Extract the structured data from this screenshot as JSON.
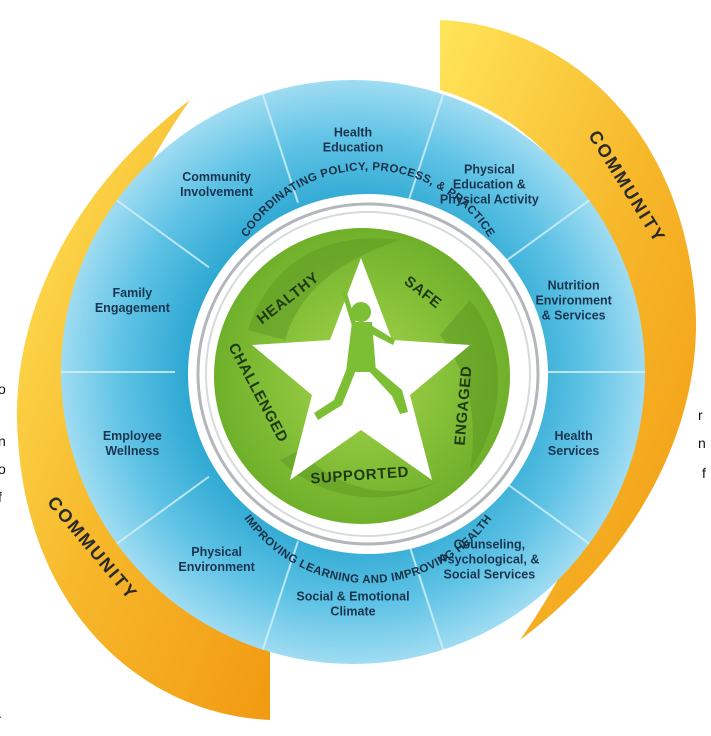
{
  "colors": {
    "community_orange": "#f6a51c",
    "community_yellow": "#ffd83a",
    "segment_blue": "#3bb0d6",
    "segment_light": "#8fd6ee",
    "star_green": "#8cc63f",
    "ring_gray": "#9aa0a6"
  },
  "community": {
    "top_label": "COMMUNITY",
    "bottom_label": "COMMUNITY"
  },
  "segments": [
    "Health Education",
    "Physical Education & Physical Activity",
    "Nutrition Environment & Services",
    "Health Services",
    "Counseling, Psychological, & Social Services",
    "Social & Emotional Climate",
    "Physical Environment",
    "Employee Wellness",
    "Family Engagement",
    "Community Involvement"
  ],
  "inner_ring": {
    "top_text": "COORDINATING POLICY, PROCESS, & PRACTICE",
    "bottom_text": "IMPROVING LEARNING AND IMPROVING HEALTH"
  },
  "star_words": [
    "HEALTHY",
    "SAFE",
    "ENGAGED",
    "SUPPORTED",
    "CHALLENGED"
  ],
  "figure_icon": "jumping-child-icon",
  "edge_fragments": {
    "left": [
      "o",
      "n",
      "o",
      "f",
      "."
    ],
    "right": [
      "r",
      "n",
      "f"
    ]
  }
}
